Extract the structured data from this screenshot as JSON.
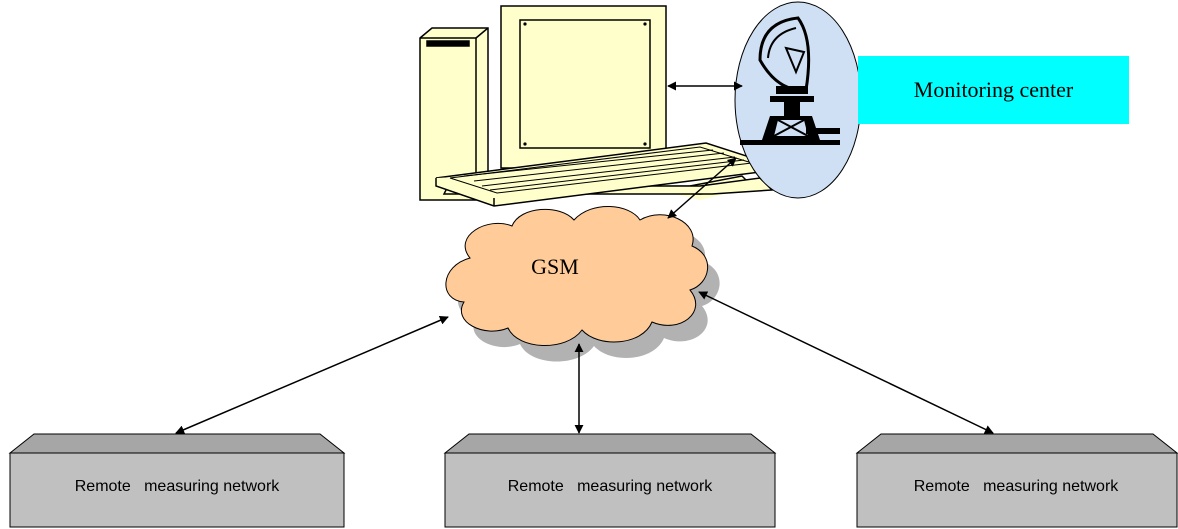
{
  "monitoring_center": {
    "label": "Monitoring center"
  },
  "network": {
    "label": "GSM"
  },
  "remote_nodes": [
    {
      "label": "Remote   measuring network"
    },
    {
      "label": "Remote   measuring network"
    },
    {
      "label": "Remote   measuring network"
    }
  ],
  "colors": {
    "monitoring_label_fill": "#00ffff",
    "cloud_fill": "#ffcc99",
    "cloud_shadow": "#b2b2b2",
    "computer_fill": "#ffffcc",
    "dish_background": "#cfe0f4",
    "box_fill": "#c0c0c0",
    "line": "#000000"
  }
}
